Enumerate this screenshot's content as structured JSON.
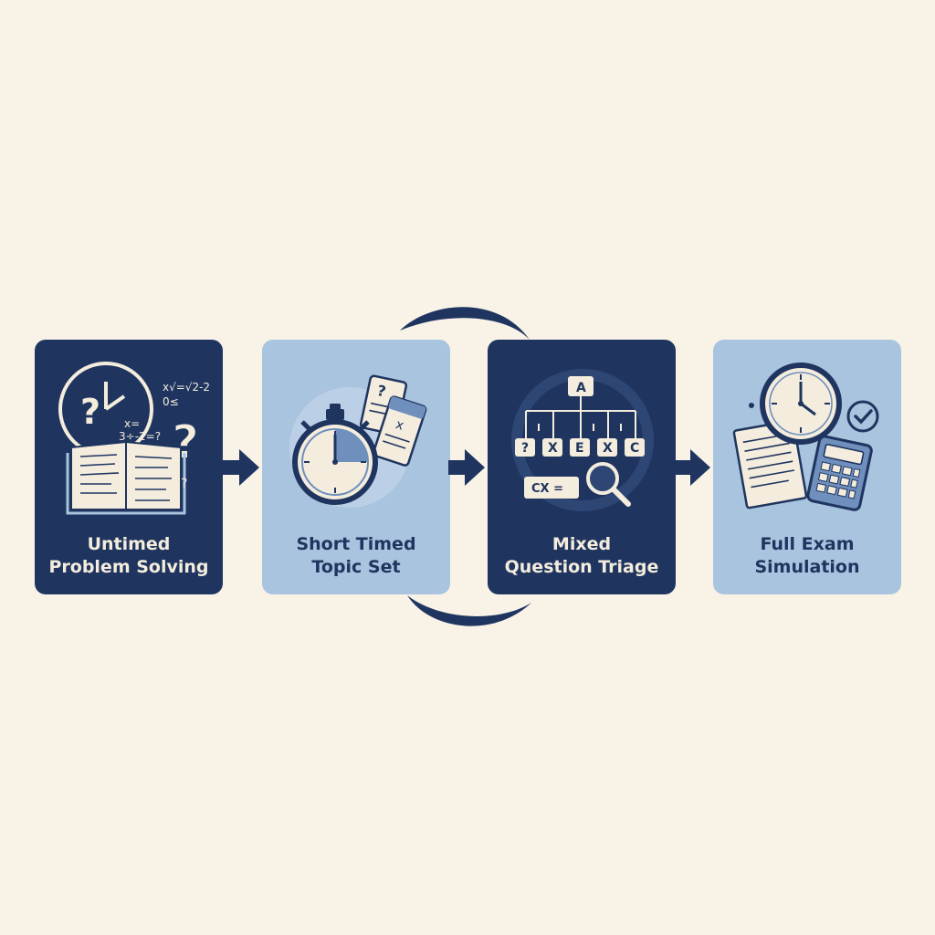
{
  "steps": [
    {
      "line1": "Untimed",
      "line2": "Problem Solving",
      "icon": "book-clock-question-icon",
      "theme": "dark"
    },
    {
      "line1": "Short Timed",
      "line2": "Topic Set",
      "icon": "stopwatch-cards-icon",
      "theme": "light"
    },
    {
      "line1": "Mixed",
      "line2": "Question Triage",
      "icon": "decision-tree-magnifier-icon",
      "theme": "dark"
    },
    {
      "line1": "Full Exam",
      "line2": "Simulation",
      "icon": "clock-calculator-checklist-icon",
      "theme": "light"
    }
  ],
  "icon_text": {
    "math_a": "x√=√2-2",
    "math_b": "x=",
    "math_c": "3÷-2=?",
    "math_d": "0≤",
    "math_e": "?",
    "triage_top": "A",
    "triage_1": "?",
    "triage_2": "X",
    "triage_3": "E",
    "triage_4": "X",
    "triage_5": "C",
    "triage_bottom": "CX ="
  },
  "colors": {
    "background": "#f8f2e7",
    "navy": "#1f3560",
    "light_blue": "#a9c4de",
    "cream": "#f4ecdc",
    "mid_blue": "#6f8fbd"
  }
}
